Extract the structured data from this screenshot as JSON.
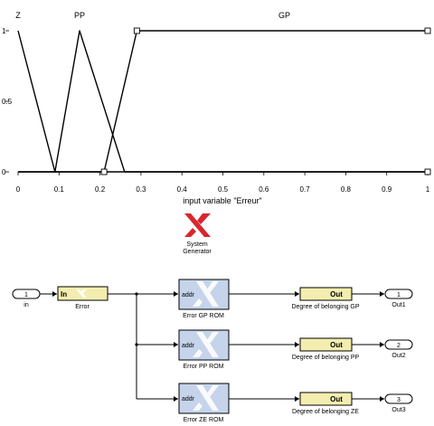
{
  "chart_data": {
    "type": "line",
    "xlabel": "input variable \"Erreur\"",
    "xlim": [
      0,
      1
    ],
    "ylim": [
      0,
      1
    ],
    "x_ticks": [
      "0",
      "0.1",
      "0.2",
      "0.3",
      "0.4",
      "0.5",
      "0.6",
      "0.7",
      "0.8",
      "0.9",
      "1"
    ],
    "y_ticks": [
      "0",
      "0.5",
      "1"
    ],
    "series": [
      {
        "name": "Z",
        "label_x": 0.0,
        "points": [
          [
            0,
            1
          ],
          [
            0.09,
            0
          ],
          [
            1,
            0
          ]
        ]
      },
      {
        "name": "PP",
        "label_x": 0.15,
        "points": [
          [
            0,
            0
          ],
          [
            0.09,
            0
          ],
          [
            0.15,
            1
          ],
          [
            0.26,
            0
          ],
          [
            1,
            0
          ]
        ]
      },
      {
        "name": "GP",
        "label_x": 0.65,
        "points": [
          [
            0,
            0
          ],
          [
            0.21,
            0
          ],
          [
            0.29,
            1
          ],
          [
            1,
            1
          ]
        ]
      }
    ],
    "markers": [
      [
        0.21,
        0
      ],
      [
        0.29,
        1
      ],
      [
        1,
        1
      ],
      [
        1,
        0
      ]
    ]
  },
  "logo": {
    "line1": "System",
    "line2": "Generator"
  },
  "diagram": {
    "input_port": {
      "number": "1",
      "label": "in"
    },
    "gateway_in": {
      "text": "In",
      "label": "Error"
    },
    "roms": [
      {
        "port": "addr",
        "label": "Error GP ROM"
      },
      {
        "port": "addr",
        "label": "Error PP ROM"
      },
      {
        "port": "addr",
        "label": "Error ZE ROM"
      }
    ],
    "gateways_out": [
      {
        "text": "Out",
        "label": "Degree of belonging GP"
      },
      {
        "text": "Out",
        "label": "Degree of belonging PP"
      },
      {
        "text": "Out",
        "label": "Degree of belonging ZE"
      }
    ],
    "output_ports": [
      {
        "number": "1",
        "label": "Out1"
      },
      {
        "number": "2",
        "label": "Out2"
      },
      {
        "number": "3",
        "label": "Out3"
      }
    ]
  }
}
